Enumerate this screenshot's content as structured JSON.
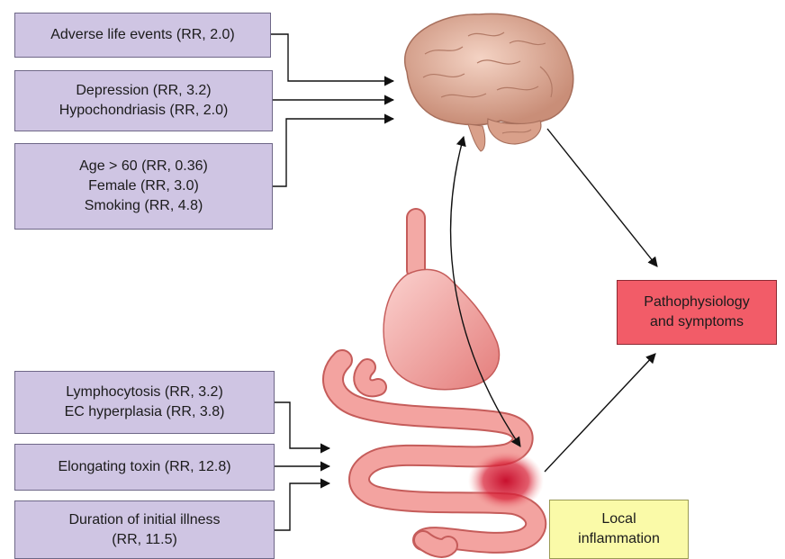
{
  "risk_factors_top": [
    {
      "lines": [
        "Adverse life events (RR, 2.0)"
      ]
    },
    {
      "lines": [
        "Depression (RR, 3.2)",
        "Hypochondriasis (RR, 2.0)"
      ]
    },
    {
      "lines": [
        "Age > 60 (RR, 0.36)",
        "Female (RR, 3.0)",
        "Smoking (RR, 4.8)"
      ]
    }
  ],
  "risk_factors_bottom": [
    {
      "lines": [
        "Lymphocytosis (RR, 3.2)",
        "EC hyperplasia (RR, 3.8)"
      ]
    },
    {
      "lines": [
        "Elongating toxin (RR, 12.8)"
      ]
    },
    {
      "lines": [
        "Duration of initial illness",
        "(RR, 11.5)"
      ]
    }
  ],
  "outcome": {
    "lines": [
      "Pathophysiology",
      "and symptoms"
    ]
  },
  "inflammation": {
    "lines": [
      "Local",
      "inflammation"
    ]
  },
  "colors": {
    "factor_box": "#cfc5e3",
    "outcome_box": "#f25c68",
    "inflammation_box": "#fafaa8",
    "brain": "#e8b9a4",
    "gut": "#f3a3a0",
    "inflammation_spot": "#c8102e"
  },
  "icons": [
    "brain-illustration",
    "gut-illustration"
  ]
}
